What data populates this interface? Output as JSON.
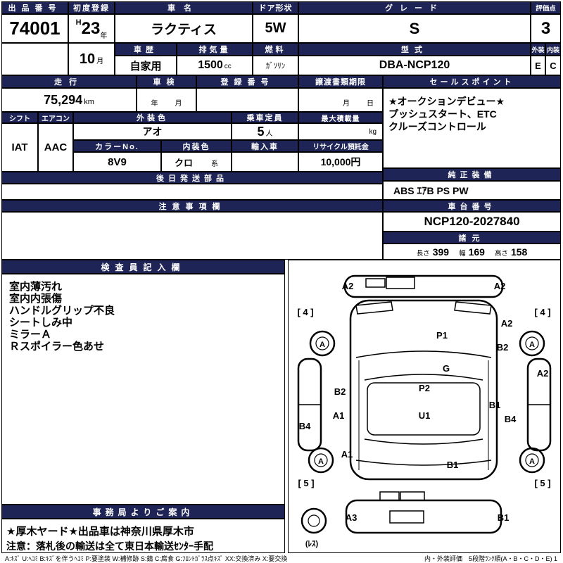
{
  "colors": {
    "header_bg": "#1e2456",
    "border": "#000000"
  },
  "top": {
    "auction_no_label": "出品番号",
    "auction_no": "74001",
    "first_reg_label": "初度登録",
    "era": "H",
    "reg_year": "23",
    "year_suffix": "年",
    "reg_month": "10",
    "month_suffix": "月",
    "car_name_label": "車名",
    "car_name": "ラクティス",
    "door_label": "ドア形状",
    "door": "5W",
    "grade_label": "グレード",
    "grade": "S",
    "score_label": "評価点",
    "score": "3",
    "history_label": "車歴",
    "history": "自家用",
    "displacement_label": "排気量",
    "displacement": "1500",
    "displacement_unit": "cc",
    "fuel_label": "燃料",
    "fuel": "ｶﾞｿﾘﾝ",
    "model_label": "型式",
    "model": "DBA-NCP120",
    "exterior_label": "外装",
    "exterior_grade": "E",
    "interior_label": "内装",
    "interior_grade": "C"
  },
  "reg": {
    "mileage_label": "走行",
    "mileage": "75,294",
    "mileage_unit": "km",
    "inspection_label": "車検",
    "inspection_year_suffix": "年",
    "inspection_month_suffix": "月",
    "reg_no_label": "登録番号",
    "transfer_label": "譲渡書類期限",
    "transfer_month_suffix": "月",
    "transfer_day_suffix": "日"
  },
  "sales": {
    "label": "セールスポイント",
    "lines": [
      "★オークションデビュー★",
      "プッシュスタート、ETC",
      "クルーズコントロール"
    ]
  },
  "equip": {
    "shift_label": "シフト",
    "shift": "IAT",
    "aircon_label": "エアコン",
    "aircon": "AAC",
    "ext_color_label": "外装色",
    "ext_color": "アオ",
    "capacity_label": "乗車定員",
    "capacity": "5",
    "capacity_unit": "人",
    "max_load_label": "最大積載量",
    "max_load_unit": "kg",
    "color_no_label": "カラーNo.",
    "color_no": "8V9",
    "int_color_label": "内装色",
    "int_color": "クロ",
    "int_color_suffix": "系",
    "import_label": "輸入車",
    "recycle_label": "リサイクル預託金",
    "recycle": "10,000円",
    "later_parts_label": "後日発送部品",
    "genuine_label": "純正装備",
    "genuine": "ABS ｴｱB PS PW"
  },
  "notes": {
    "label": "注意事項欄"
  },
  "chassis": {
    "label": "車台番号",
    "number": "NCP120-2027840",
    "spec_label": "諸元",
    "length_label": "長さ",
    "length": "399",
    "width_label": "幅",
    "width": "169",
    "height_label": "高さ",
    "height": "158"
  },
  "inspection": {
    "label": "検査員記入欄",
    "notes": [
      "室内薄汚れ",
      "室内内張傷",
      "ハンドルグリップ不良",
      "シートしみ中",
      "ミラーＡ",
      "Ｒスポイラー色あせ"
    ]
  },
  "office": {
    "label": "事務局よりご案内",
    "lines": [
      "★厚木ヤード★出品車は神奈川県厚木市",
      "注意：落札後の輸送は全て東日本輸送ｾﾝﾀｰ手配"
    ]
  },
  "diagram": {
    "marks": {
      "front_bumper_left": "A2",
      "front_bumper_right": "A2",
      "front_tire_size": "[ 4 ]",
      "rear_tire_size": "[ 5 ]",
      "wheel": "A",
      "hood": "P1",
      "right_front_fender": "A2",
      "right_front_door": "B2",
      "windshield": "G",
      "right_side_panel": "A2",
      "left_front_door": "B2",
      "roof": "P2",
      "right_rear_door": "B1",
      "left_rear_door": "A1",
      "rear_roof": "U1",
      "left_side_panel": "B4",
      "right_quarter": "B4",
      "left_quarter": "A1",
      "rear_gate": "B1",
      "rear_bumper_left": "A3",
      "rear_bumper_right": "B1",
      "spare": "(ﾚｽ)"
    }
  },
  "legend": {
    "codes": "A:ｷｽﾞ U:ﾍｺﾐ B:ｷｽﾞを伴うﾍｺﾐ P:要塗装 W:補修跡 S:錆 C:腐食 G:ﾌﾛﾝﾄｶﾞﾗｽ点ｷｽﾞ XX:交換済み X:要交換",
    "rank": "内・外装評価　5段階ﾗﾝｸ順(A・B・C・D・E) 1"
  }
}
